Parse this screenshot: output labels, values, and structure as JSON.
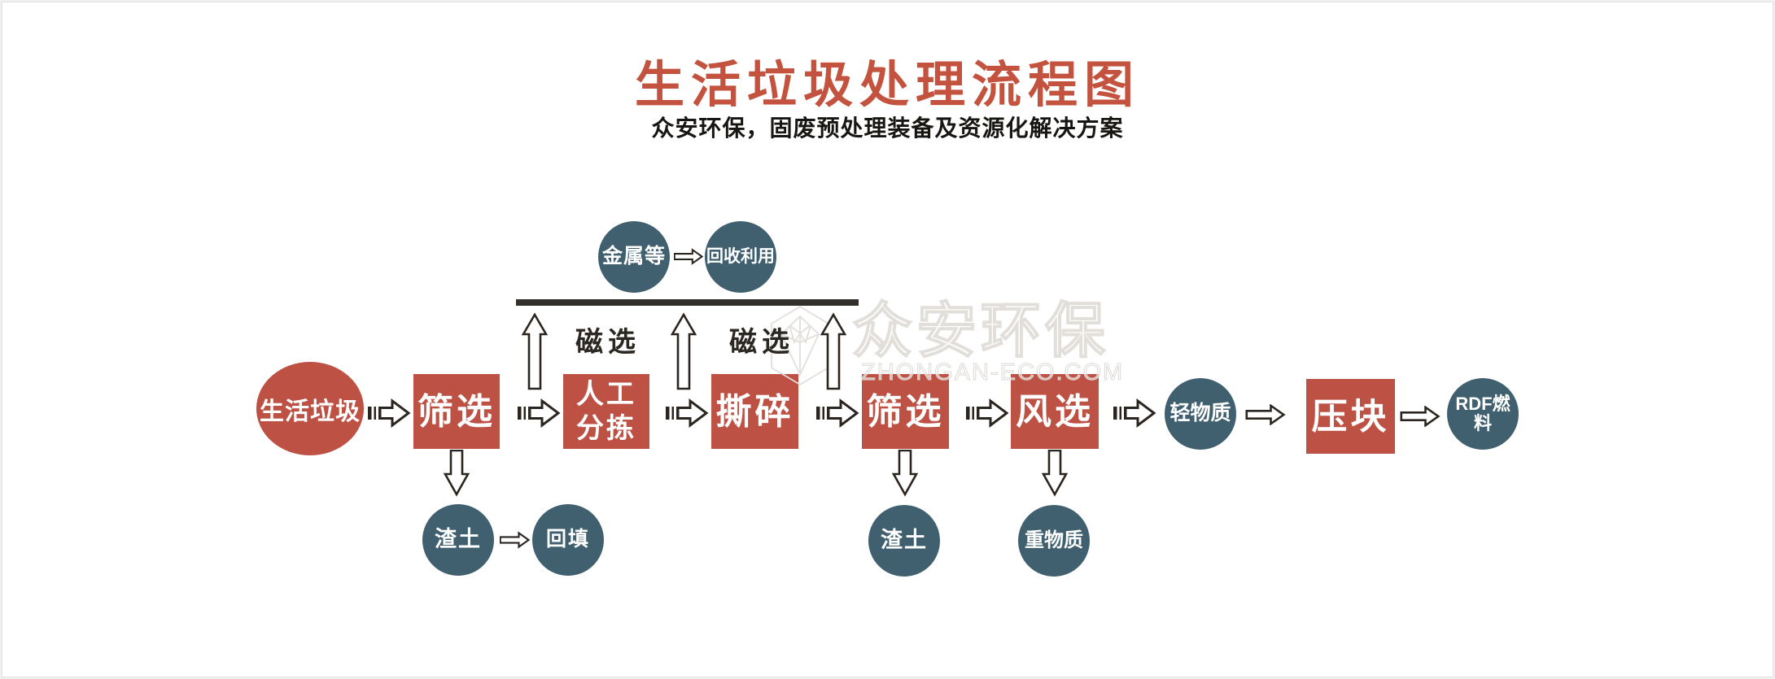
{
  "page": {
    "title": "生活垃圾处理流程图",
    "subtitle": "众安环保，固废预处理装备及资源化解决方案"
  },
  "watermark": {
    "brand": "众安环保",
    "domain": "ZHONGAN-ECO.COM",
    "logo": "hexagon-gem-logo"
  },
  "colors": {
    "title_red": "#c3523e",
    "node_red": "#bc5144",
    "node_blue": "#40606f",
    "arrow_outline": "#2b2520",
    "collector_line": "#332f2a",
    "watermark_gray": "#e2dfdb"
  },
  "flow": {
    "source": {
      "label": "生活垃圾"
    },
    "steps": [
      {
        "label": "筛选"
      },
      {
        "label": "人工分拣"
      },
      {
        "label": "撕碎"
      },
      {
        "label": "筛选"
      },
      {
        "label": "风选"
      },
      {
        "label": "压块"
      }
    ],
    "magnetic_labels": [
      "磁选",
      "磁选"
    ],
    "top_branch": {
      "metal": "金属等",
      "recycle": "回收利用"
    },
    "bottom_branch": {
      "slag_1": "渣土",
      "backfill": "回填",
      "slag_2": "渣土",
      "heavy": "重物质"
    },
    "right_branch": {
      "light": "轻物质",
      "rdf_fuel": "RDF燃料"
    }
  }
}
